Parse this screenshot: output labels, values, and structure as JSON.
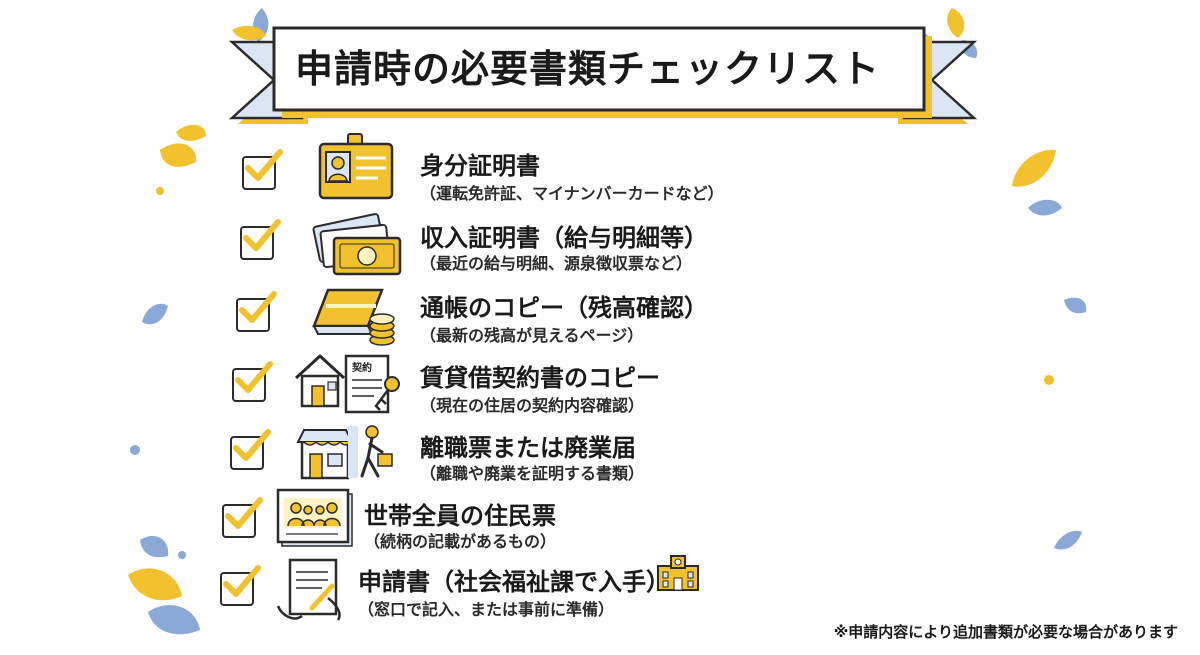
{
  "title": "申請時の必要書類チェックリスト",
  "items": [
    {
      "title": "身分証明書",
      "note": "（運転免許証、マイナンバーカードなど）",
      "checked": true,
      "icon": "id-card-icon"
    },
    {
      "title": "収入証明書（給与明細等）",
      "note": "（最近の給与明細、源泉徴収票など）",
      "checked": true,
      "icon": "banknotes-icon"
    },
    {
      "title": "通帳のコピー（残高確認）",
      "note": "（最新の残高が見えるページ）",
      "checked": true,
      "icon": "bankbook-coins-icon"
    },
    {
      "title": "賃貸借契約書のコピー",
      "note": "（現在の住居の契約内容確認）",
      "checked": true,
      "icon": "house-contract-icon",
      "doc_label": "契約"
    },
    {
      "title": "離職票または廃業届",
      "note": "（離職や廃業を証明する書類）",
      "checked": true,
      "icon": "shop-leaving-person-icon"
    },
    {
      "title": "世帯全員の住民票",
      "note": "（続柄の記載があるもの）",
      "checked": true,
      "icon": "family-document-icon"
    },
    {
      "title": "申請書（社会福祉課で入手）",
      "note": "（窓口で記入、または事前に準備）",
      "checked": true,
      "icon": "writing-form-icon"
    }
  ],
  "footnote": "※申請内容により追加書類が必要な場合があります",
  "colors": {
    "accent_yellow": "#f2c12e",
    "leaf_blue": "#8aa9d6",
    "banner_blue": "#dbe6f5",
    "outline": "#2b2b2b"
  }
}
